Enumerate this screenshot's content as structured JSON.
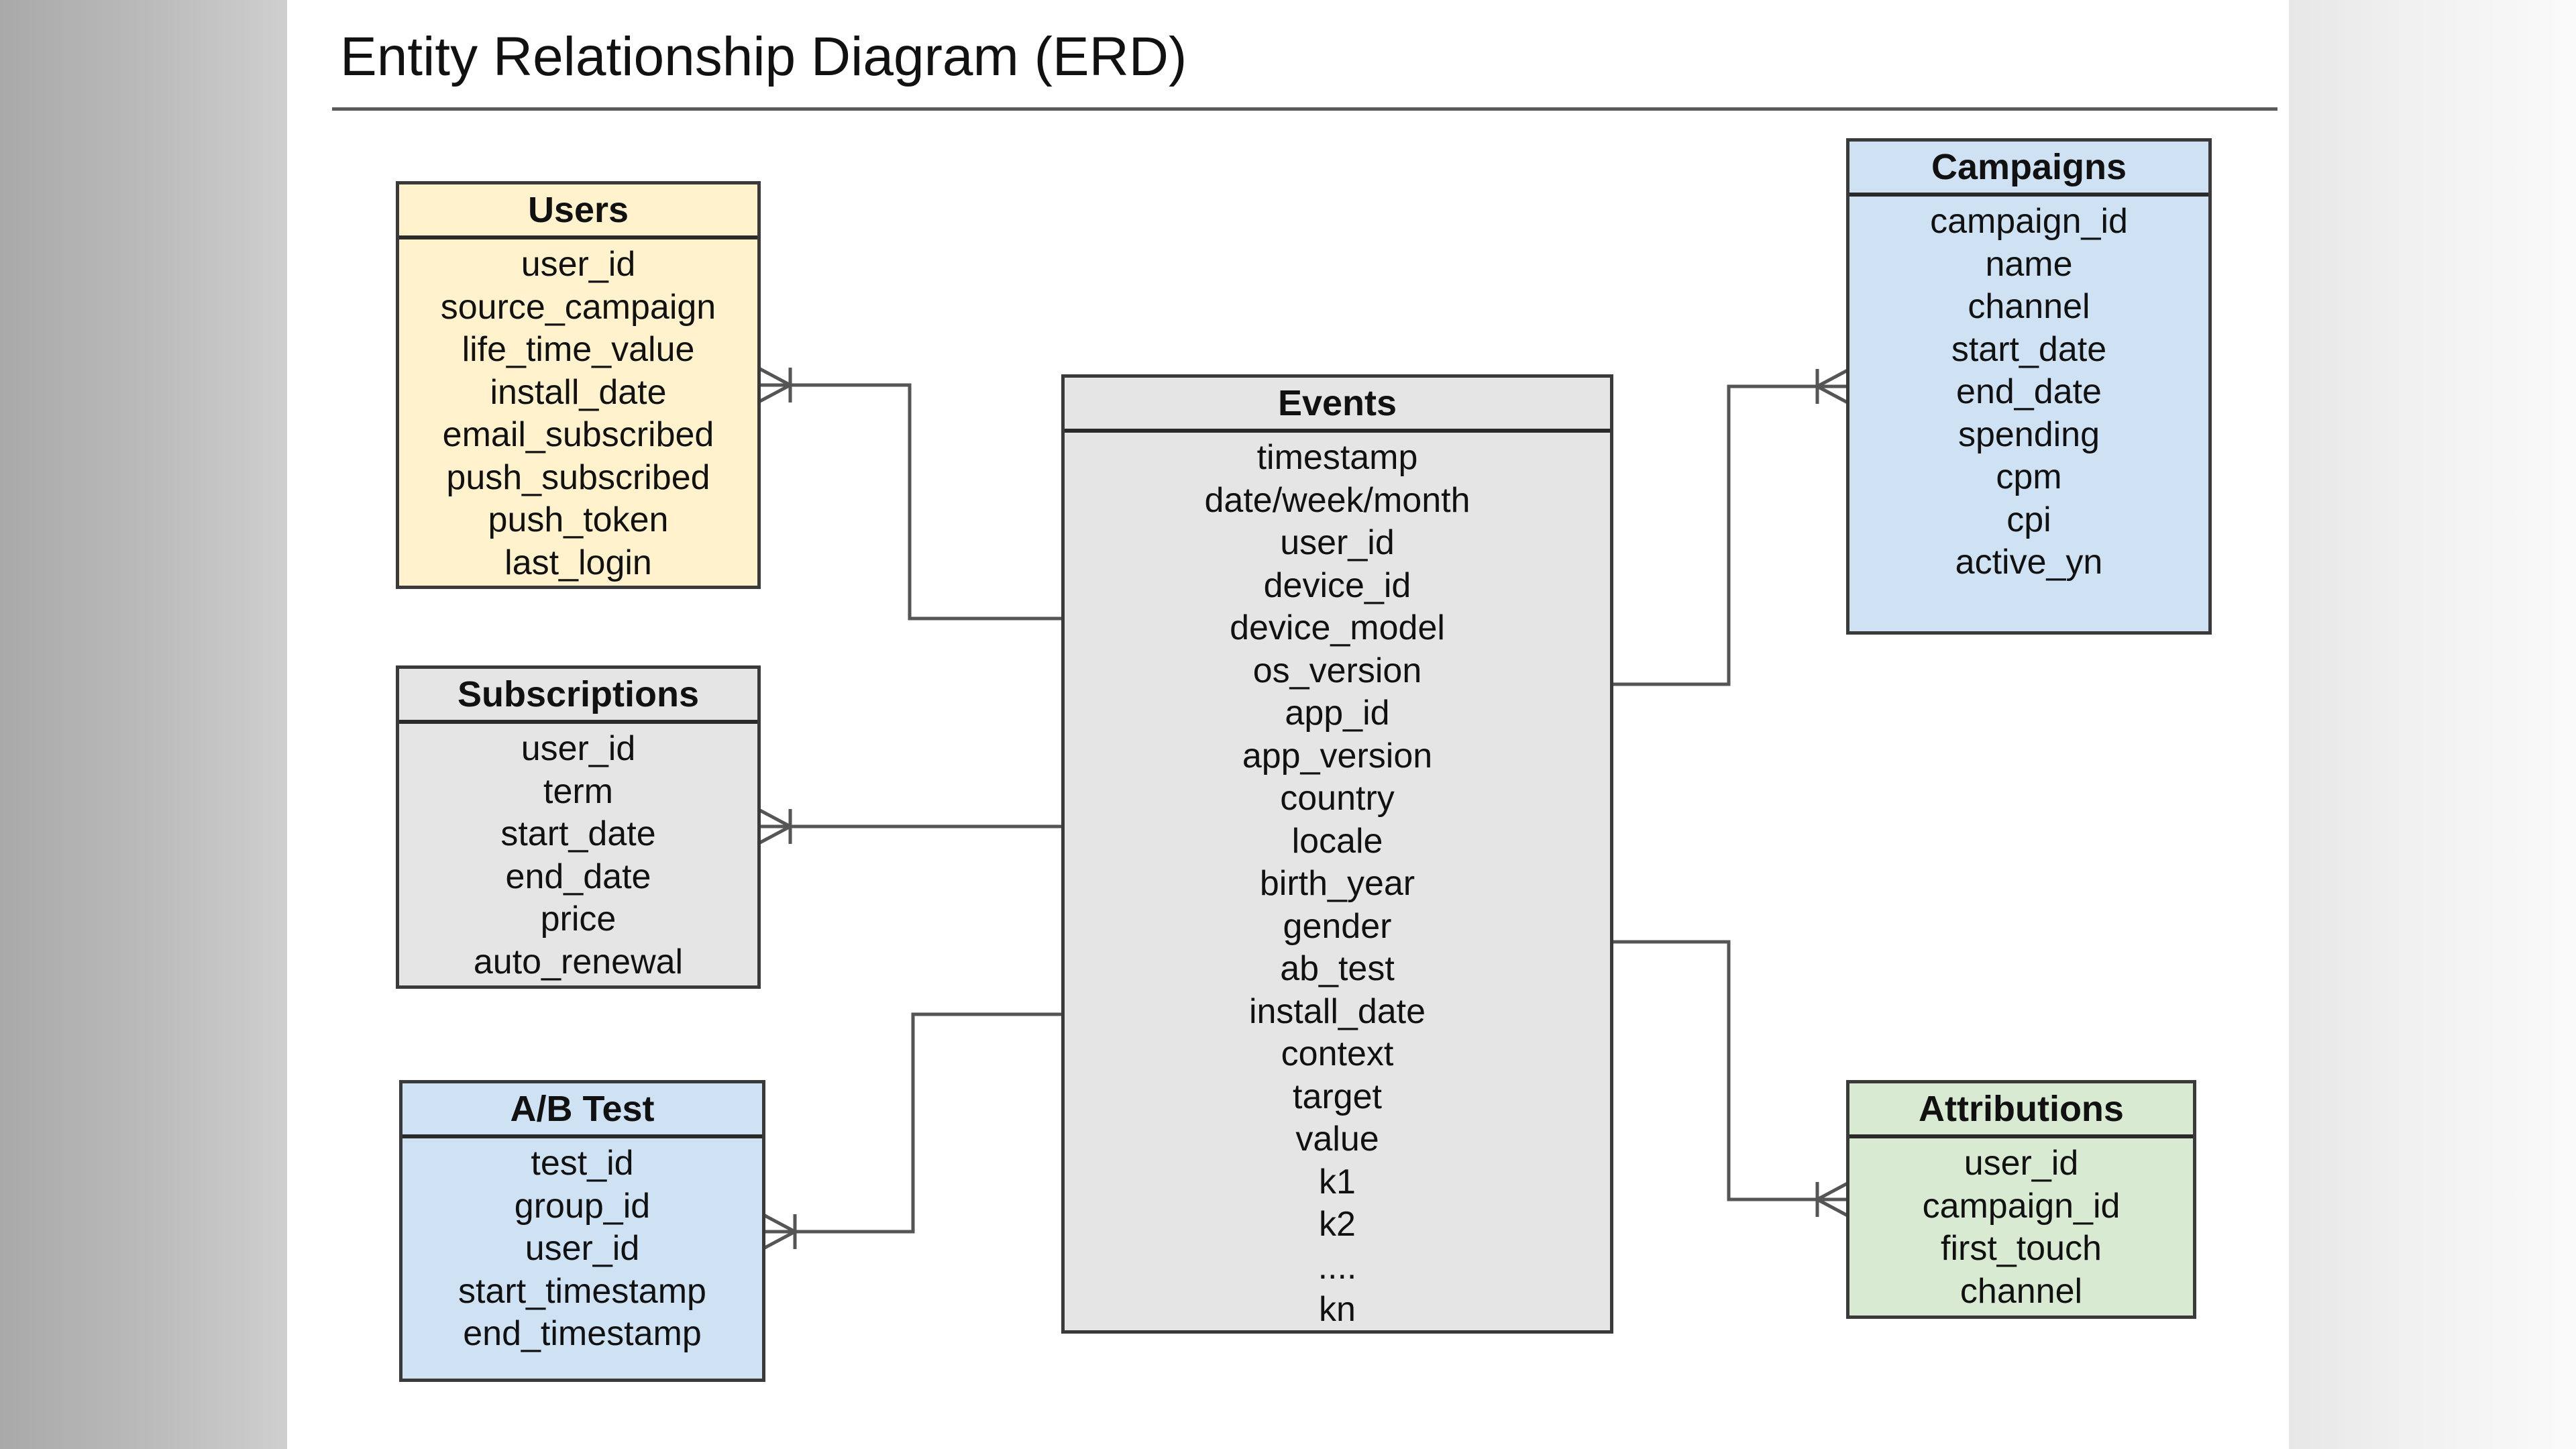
{
  "title": "Entity Relationship Diagram (ERD)",
  "colors": {
    "users": "#fff2cc",
    "subscriptions": "#e5e5e5",
    "ab_test": "#cfe2f3",
    "events": "#e5e5e5",
    "campaigns": "#cfe2f3",
    "attributions": "#d9ead3"
  },
  "entities": {
    "users": {
      "name": "Users",
      "fields": [
        "user_id",
        "source_campaign",
        "life_time_value",
        "install_date",
        "email_subscribed",
        "push_subscribed",
        "push_token",
        "last_login"
      ]
    },
    "subscriptions": {
      "name": "Subscriptions",
      "fields": [
        "user_id",
        "term",
        "start_date",
        "end_date",
        "price",
        "auto_renewal"
      ]
    },
    "ab_test": {
      "name": "A/B Test",
      "fields": [
        "test_id",
        "group_id",
        "user_id",
        "start_timestamp",
        "end_timestamp"
      ]
    },
    "events": {
      "name": "Events",
      "fields": [
        "timestamp",
        "date/week/month",
        "user_id",
        "device_id",
        "device_model",
        "os_version",
        "app_id",
        "app_version",
        "country",
        "locale",
        "birth_year",
        "gender",
        "ab_test",
        "install_date",
        "context",
        "target",
        "value",
        "k1",
        "k2",
        "....",
        "kn"
      ]
    },
    "campaigns": {
      "name": "Campaigns",
      "fields": [
        "campaign_id",
        "name",
        "channel",
        "start_date",
        "end_date",
        "spending",
        "cpm",
        "cpi",
        "active_yn"
      ]
    },
    "attributions": {
      "name": "Attributions",
      "fields": [
        "user_id",
        "campaign_id",
        "first_touch",
        "channel"
      ]
    }
  },
  "relationships": [
    {
      "from": "events",
      "to": "users",
      "cardinality": "one-to-many"
    },
    {
      "from": "events",
      "to": "subscriptions",
      "cardinality": "one-to-many"
    },
    {
      "from": "events",
      "to": "ab_test",
      "cardinality": "one-to-many"
    },
    {
      "from": "events",
      "to": "campaigns",
      "cardinality": "one-to-many"
    },
    {
      "from": "events",
      "to": "attributions",
      "cardinality": "one-to-many"
    }
  ]
}
